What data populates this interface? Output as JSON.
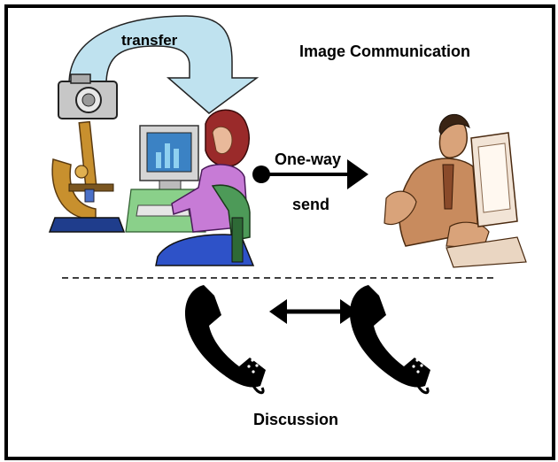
{
  "diagram": {
    "title": "Image Communication",
    "transfer_label": "transfer",
    "oneway_label": "One-way",
    "send_label": "send",
    "discussion_label": "Discussion"
  },
  "icons": {
    "camera": "camera-icon",
    "microscope": "microscope-icon",
    "sender": "woman-at-computer-icon",
    "receiver": "man-at-computer-icon",
    "phone_left": "telephone-handset-icon",
    "phone_right": "telephone-handset-icon"
  },
  "colors": {
    "transfer_arrow_fill": "#BFE2EF",
    "sweater": "#C77BD6",
    "chair": "#4D9A58",
    "monitor_screen": "#3B82C4",
    "man_skin": "#D9A37A"
  }
}
